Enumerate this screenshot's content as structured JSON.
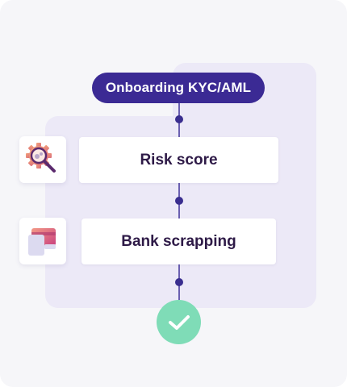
{
  "flow": {
    "start_label": "Onboarding KYC/AML",
    "steps": [
      {
        "label": "Risk score",
        "icon": "magnifier-gear-icon"
      },
      {
        "label": "Bank scrapping",
        "icon": "bank-card-icon"
      }
    ],
    "end_icon": "checkmark-icon"
  },
  "colors": {
    "pill": "#3b2a94",
    "connector": "#3a2e8f",
    "panel": "#ece9f7",
    "success": "#7fdcb7",
    "step_text": "#2e1a47"
  }
}
